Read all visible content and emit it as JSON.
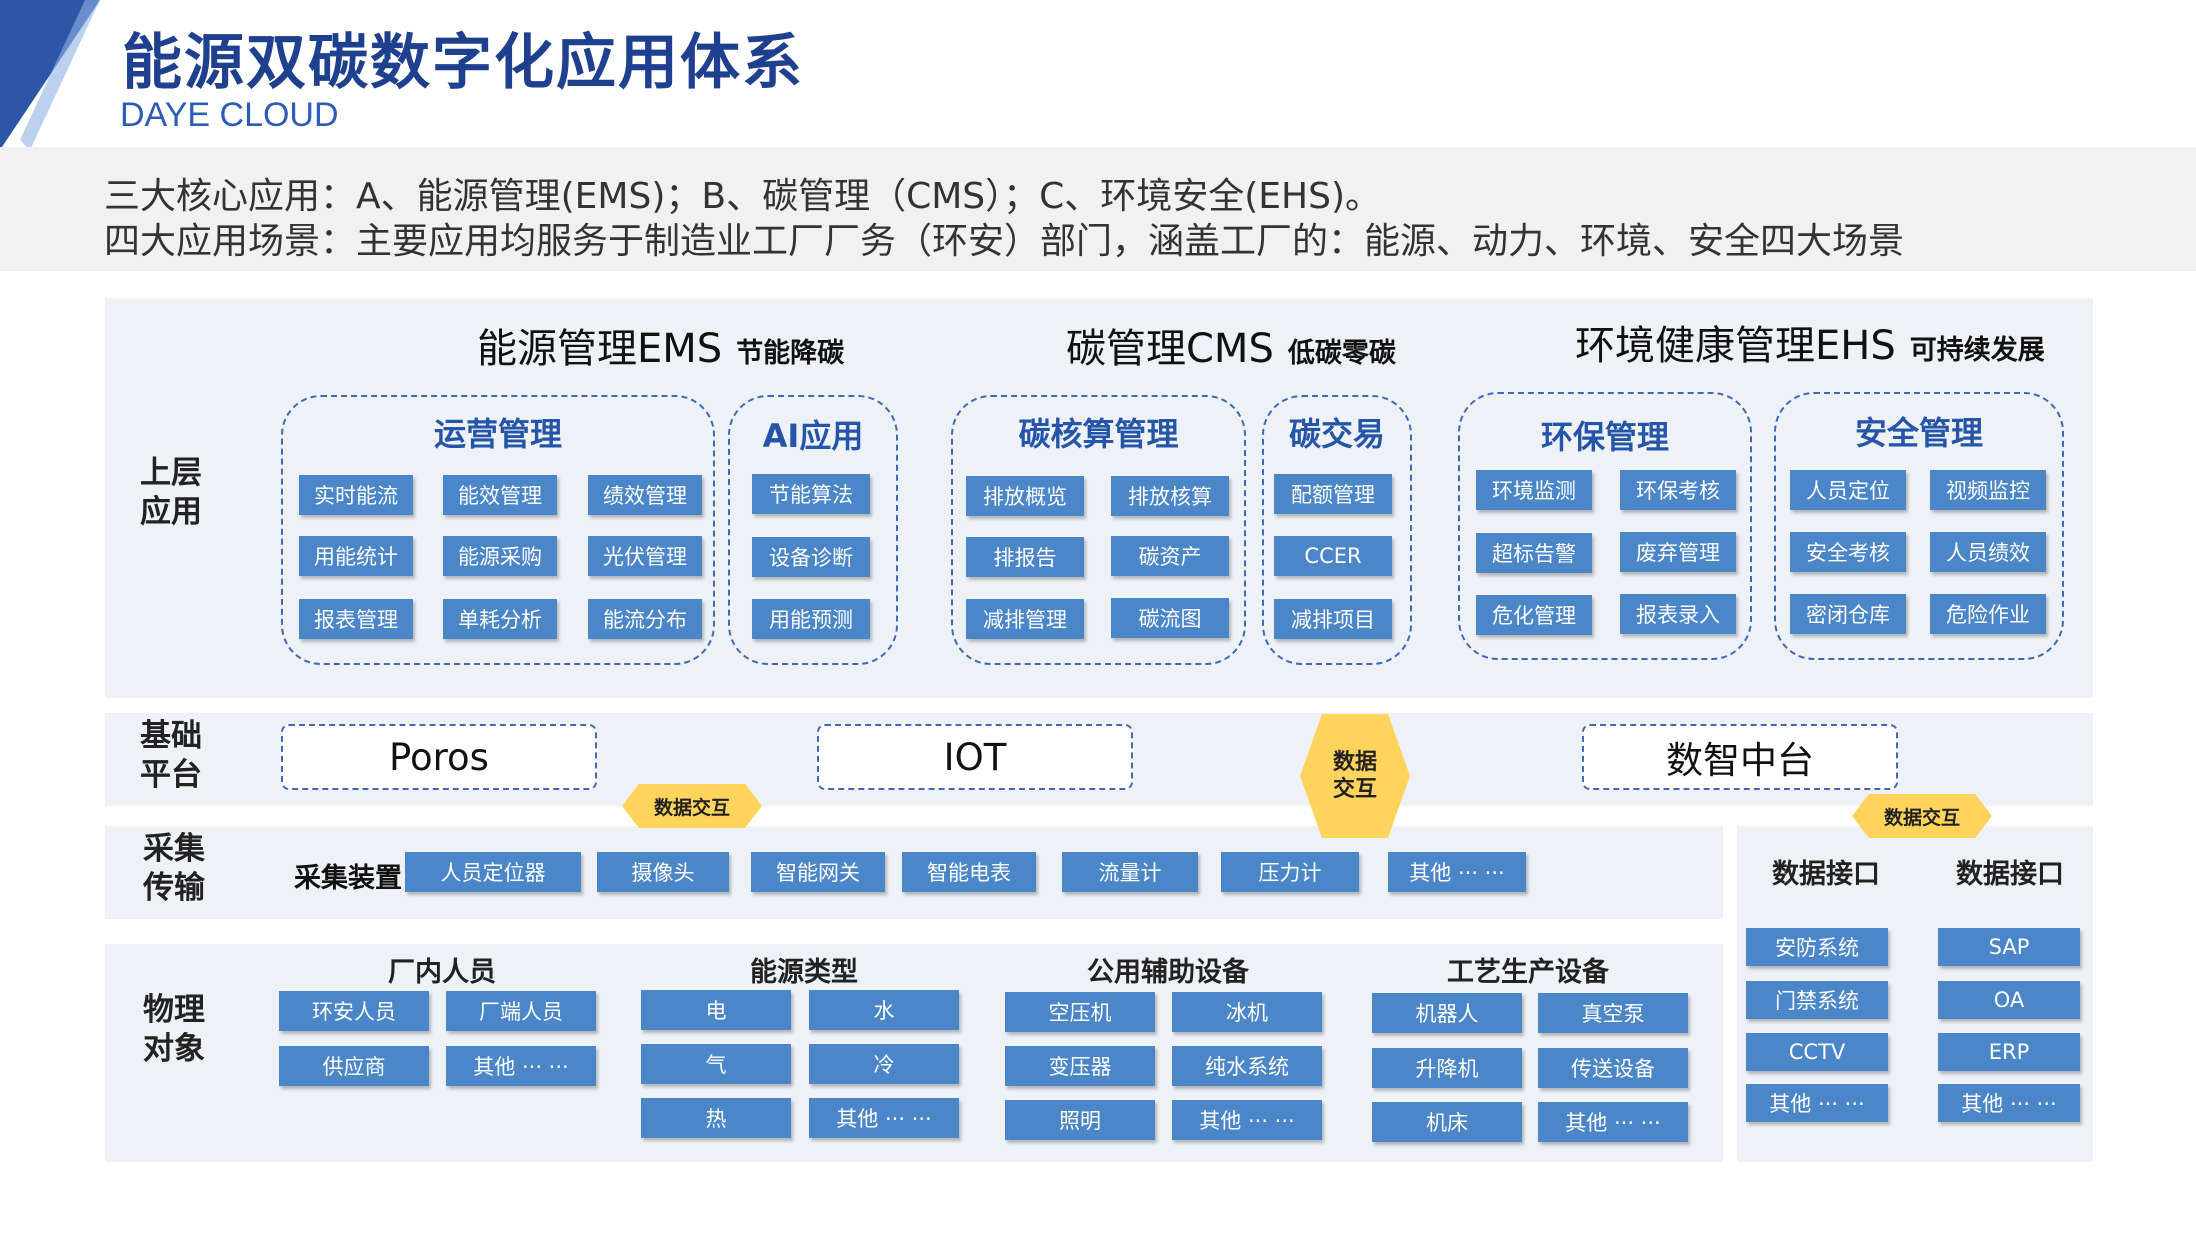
{
  "header": {
    "title": "能源双碳数字化应用体系",
    "subtitle": "DAYE CLOUD"
  },
  "summary": {
    "line1": "三大核心应用：A、能源管理(EMS)；B、碳管理（CMS）；C、环境安全(EHS)。",
    "line2": "四大应用场景：主要应用均服务于制造业工厂厂务（环安）部门，涵盖工厂的：能源、动力、环境、安全四大场景"
  },
  "layers": {
    "upper": "上层\n应用",
    "base": "基础\n平台",
    "collect": "采集\n传输",
    "physical": "物理\n对象"
  },
  "apps": {
    "ems": {
      "name": "能源管理EMS",
      "tag": "节能降碳"
    },
    "cms": {
      "name": "碳管理CMS",
      "tag": "低碳零碳"
    },
    "ehs": {
      "name": "环境健康管理EHS",
      "tag": "可持续发展"
    }
  },
  "groups": {
    "ops": {
      "title": "运营管理",
      "items": [
        "实时能流",
        "能效管理",
        "绩效管理",
        "用能统计",
        "能源采购",
        "光伏管理",
        "报表管理",
        "单耗分析",
        "能流分布"
      ]
    },
    "ai": {
      "title": "AI应用",
      "items": [
        "节能算法",
        "设备诊断",
        "用能预测"
      ]
    },
    "carbon": {
      "title": "碳核算管理",
      "items": [
        "排放概览",
        "排放核算",
        "排报告",
        "碳资产",
        "减排管理",
        "碳流图"
      ]
    },
    "trade": {
      "title": "碳交易",
      "items": [
        "配额管理",
        "CCER",
        "减排项目"
      ]
    },
    "env": {
      "title": "环保管理",
      "items": [
        "环境监测",
        "环保考核",
        "超标告警",
        "废弃管理",
        "危化管理",
        "报表录入"
      ]
    },
    "safety": {
      "title": "安全管理",
      "items": [
        "人员定位",
        "视频监控",
        "安全考核",
        "人员绩效",
        "密闭仓库",
        "危险作业"
      ]
    }
  },
  "platform": {
    "poros": "Poros",
    "iot": "IOT",
    "exchange_v": "数据\n交互",
    "middle": "数智中台"
  },
  "exchange_label": "数据交互",
  "collect": {
    "label": "采集装置",
    "items": [
      "人员定位器",
      "摄像头",
      "智能网关",
      "智能电表",
      "流量计",
      "压力计",
      "其他 ··· ···"
    ]
  },
  "physical": {
    "people": {
      "title": "厂内人员",
      "items": [
        "环安人员",
        "厂端人员",
        "供应商",
        "其他 ··· ···"
      ]
    },
    "energy": {
      "title": "能源类型",
      "items": [
        "电",
        "水",
        "气",
        "冷",
        "热",
        "其他 ··· ···"
      ]
    },
    "utility": {
      "title": "公用辅助设备",
      "items": [
        "空压机",
        "冰机",
        "变压器",
        "纯水系统",
        "照明",
        "其他 ··· ···"
      ]
    },
    "process": {
      "title": "工艺生产设备",
      "items": [
        "机器人",
        "真空泵",
        "升降机",
        "传送设备",
        "机床",
        "其他 ··· ···"
      ]
    }
  },
  "interfaces": {
    "left": {
      "title": "数据接口",
      "items": [
        "安防系统",
        "门禁系统",
        "CCTV",
        "其他 ··· ···"
      ]
    },
    "right": {
      "title": "数据接口",
      "items": [
        "SAP",
        "OA",
        "ERP",
        "其他 ··· ···"
      ]
    }
  },
  "colors": {
    "accent": "#2555a8",
    "chip": "#4a86c8",
    "exchange": "#ffd45c",
    "panel": "#eef2f7"
  }
}
